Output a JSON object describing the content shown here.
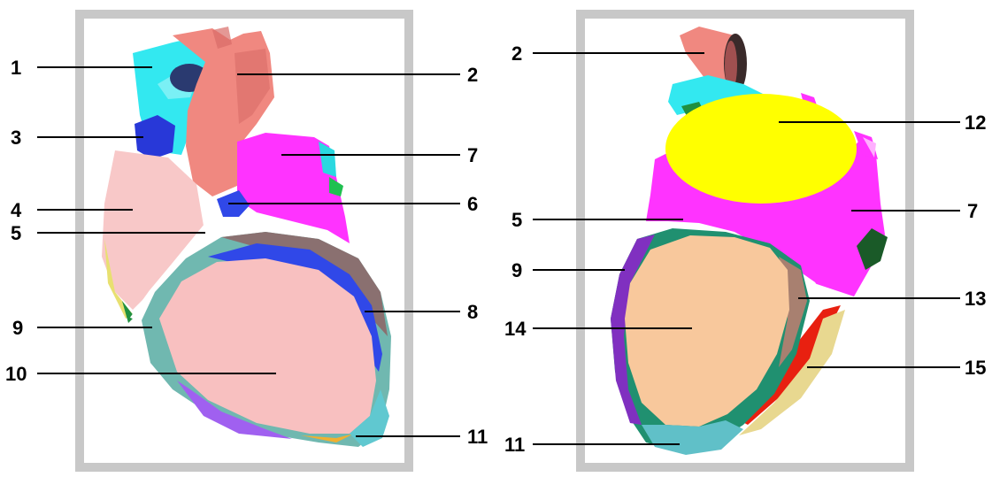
{
  "panels": [
    {
      "id": "left",
      "labels": [
        "1",
        "2",
        "3",
        "4",
        "5",
        "6",
        "7",
        "8",
        "9",
        "10",
        "11"
      ]
    },
    {
      "id": "right",
      "labels": [
        "2",
        "5",
        "7",
        "9",
        "11",
        "12",
        "13",
        "14",
        "15"
      ]
    }
  ],
  "colors": {
    "frame": "#c8c8c8",
    "aorta": "#f08880",
    "pulmonary": "#ff33ff",
    "right_atrium": "#f8c8c8",
    "left_ventricle_cavity": "#f8c0c0",
    "right_heart_cavity": "#f8c89c",
    "septum": "#ffffff",
    "cyan_vessel": "#33e8f0",
    "dark_blue": "#2a3a70",
    "blue_band": "#3048e8",
    "yellow_valve": "#ffff00",
    "green": "#208840",
    "teal_wall": "#60c0b8",
    "red_wall": "#e82010",
    "tan_wall": "#e8d890",
    "purple_wall": "#8030c0"
  }
}
